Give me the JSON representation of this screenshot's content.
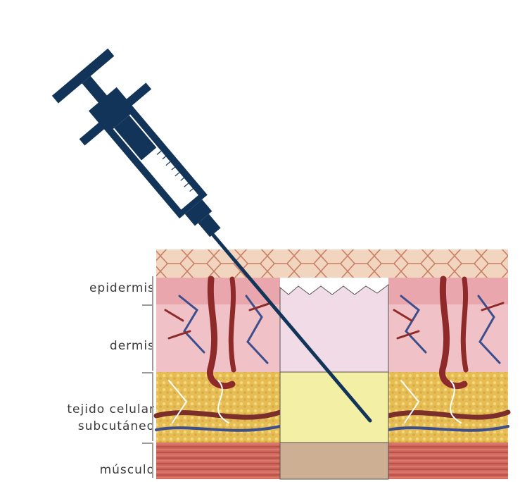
{
  "labels": {
    "epidermis": "epidermis",
    "dermis": "dermis",
    "subcutaneous_line1": "tejido celular",
    "subcutaneous_line2": "subcutáneo",
    "muscle": "músculo"
  },
  "colors": {
    "syringe": "#123459",
    "syringe_window": "#ffffff",
    "surface_top": "#f1d5bf",
    "surface_lines": "#c97f67",
    "epidermis": "#e9a7ad",
    "dermis": "#f0c1c6",
    "dermis_block": "#f0dbe6",
    "subcutaneous": "#e8c35a",
    "subcutaneous_block": "#f3f0a5",
    "muscle": "#cf675c",
    "muscle_block": "#cdb094",
    "vessel_red": "#8e2b2a",
    "vessel_blue": "#3c4f8c",
    "bracket": "#9a9a9a"
  }
}
